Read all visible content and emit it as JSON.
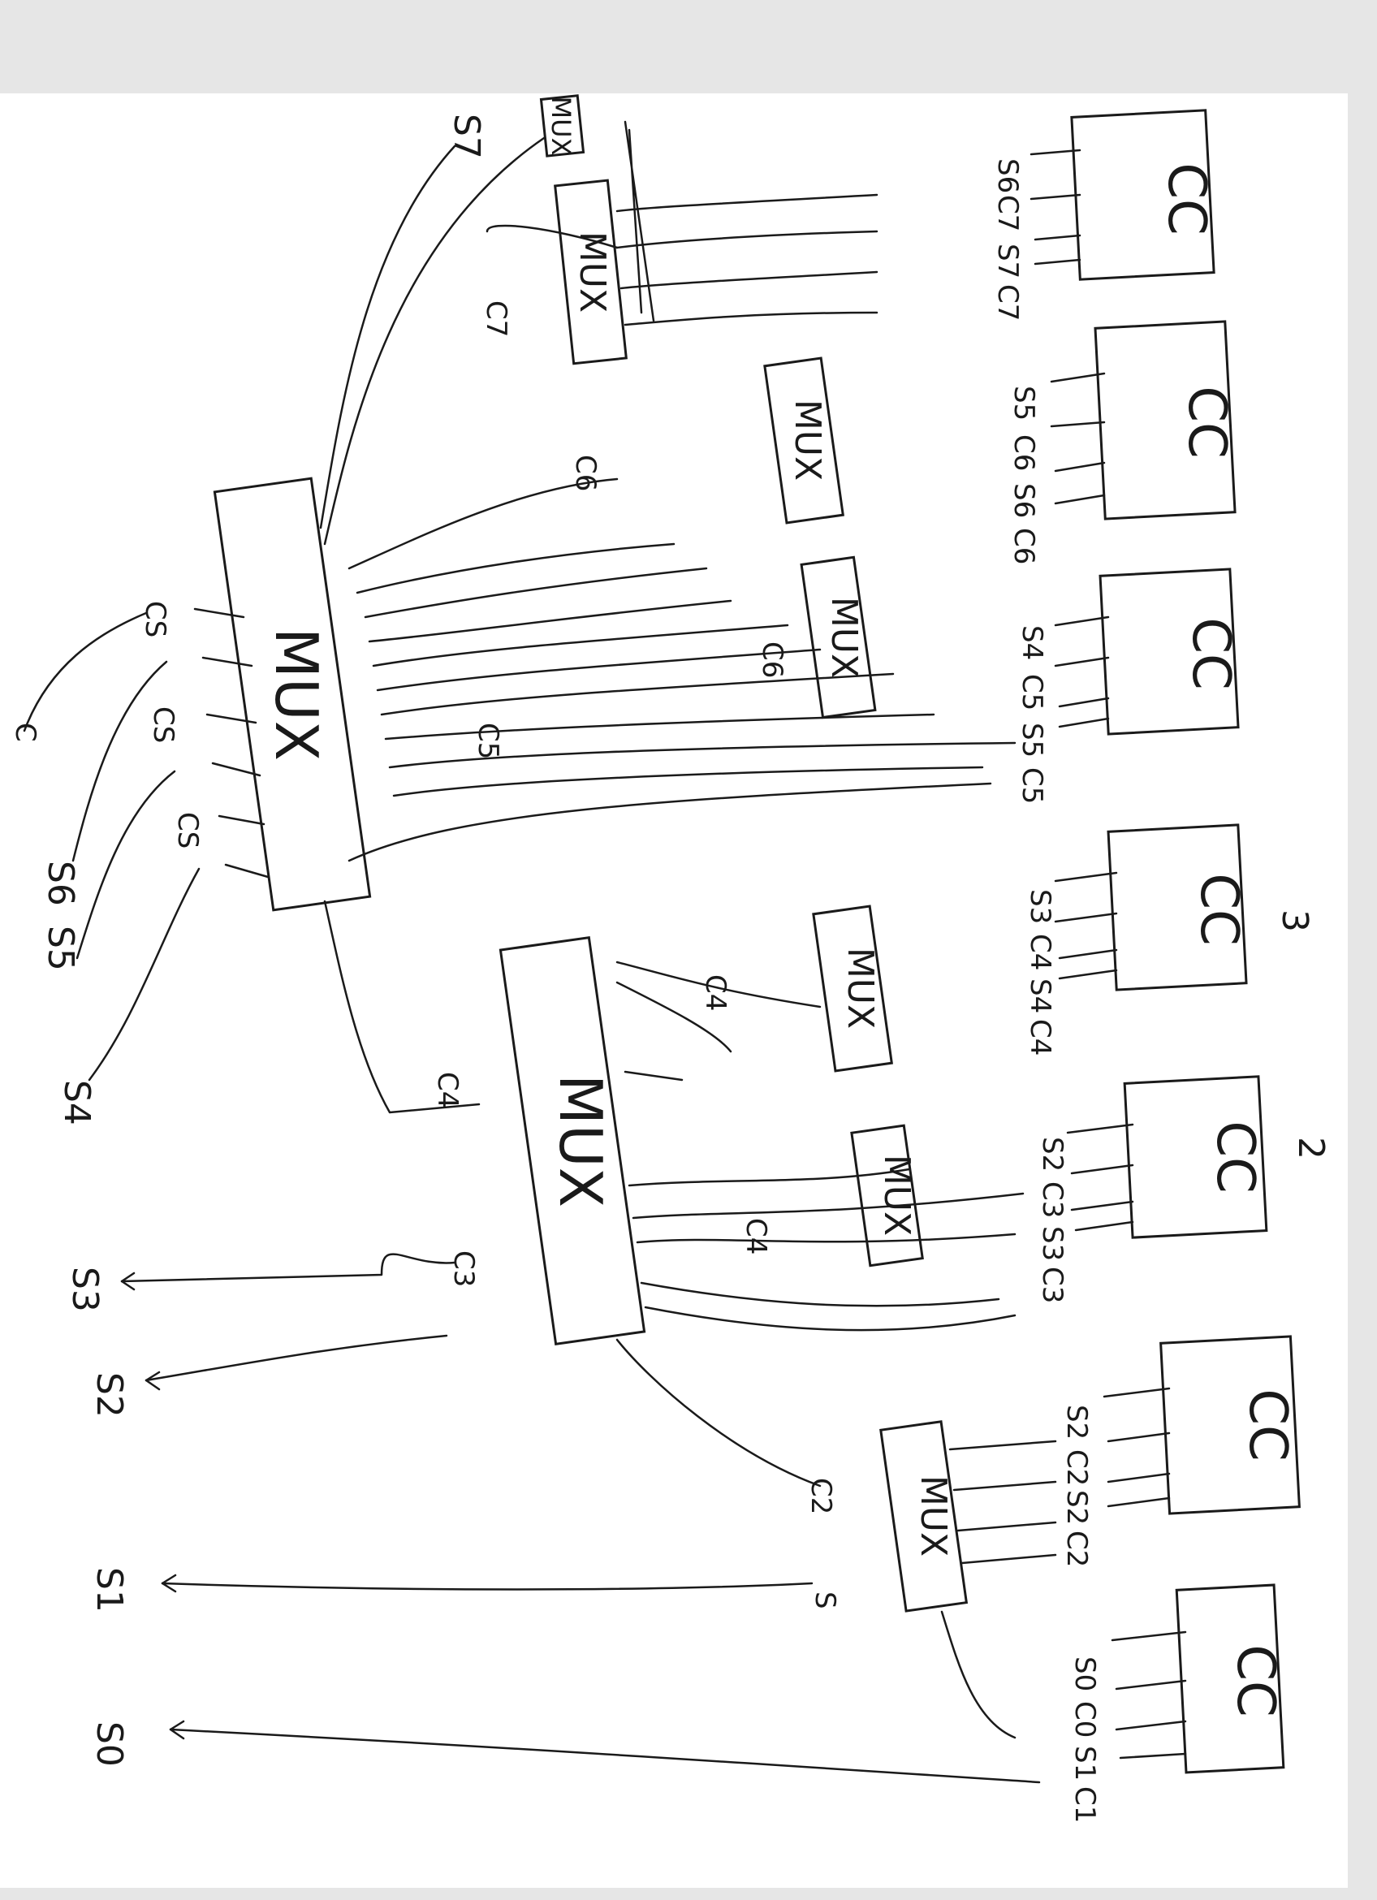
{
  "colors": {
    "ink": "#1a1a1a",
    "paper": "#ffffff",
    "scan_bg": "#e6e6e6"
  },
  "blocks": {
    "cc_label": "CC",
    "mux_label": "MUX"
  },
  "outputs": {
    "s0": "S0",
    "s1": "S1",
    "s2": "S2",
    "s3": "S3",
    "s4": "S4",
    "s5": "S5",
    "s6": "S6",
    "s7": "S7"
  },
  "inputs": {
    "c0": "C0",
    "c2": "C2",
    "c3": "C3",
    "c4": "C4",
    "c5": "C5",
    "c6": "C6",
    "c7": "C7",
    "cs": "CS",
    "s": "S",
    "c": "C"
  },
  "pin_labels": {
    "cc1": [
      "S0",
      "C0",
      "S1",
      "C1"
    ],
    "cc2": [
      "S2",
      "C2",
      "S2",
      "C2"
    ],
    "cc3": [
      "S2",
      "C3",
      "S3",
      "C3"
    ],
    "cc4": [
      "S3",
      "C4",
      "S4",
      "C4"
    ],
    "cc5": [
      "S4",
      "C5",
      "S5",
      "C5"
    ],
    "cc6": [
      "S5",
      "C6",
      "S6",
      "C6"
    ],
    "cc7": [
      "S6",
      "C7",
      "S7",
      "C7"
    ]
  },
  "group_numbers": {
    "g2": "2",
    "g3": "3"
  }
}
